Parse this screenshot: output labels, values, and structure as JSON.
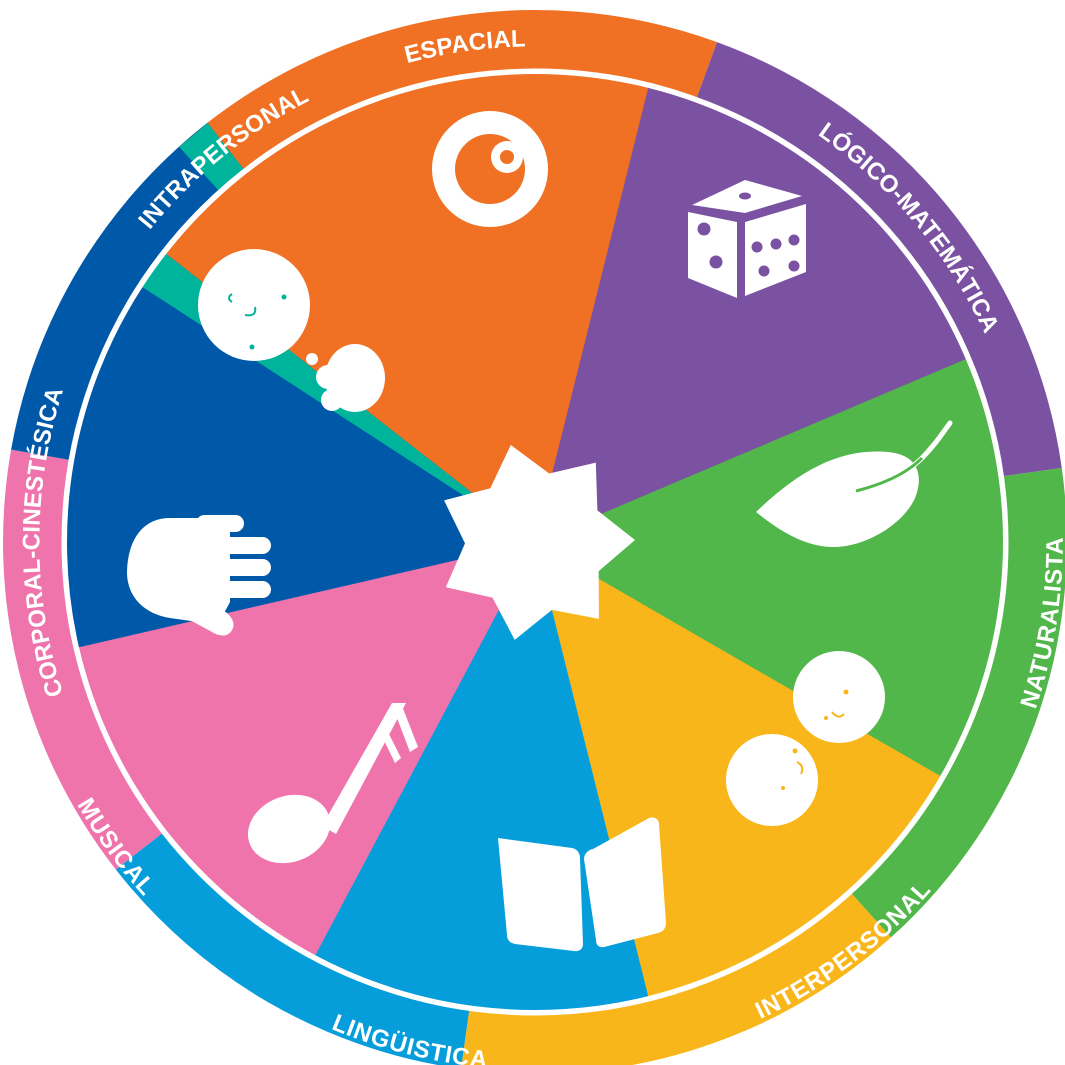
{
  "wheel": {
    "segments": [
      {
        "key": "espacial",
        "label": "ESPACIAL",
        "color": "#F07124",
        "icon": "eye-icon"
      },
      {
        "key": "logico-matematica",
        "label": "LÓGICO-MATEMÁTICA",
        "color": "#7B52A1",
        "icon": "dice-icon"
      },
      {
        "key": "naturalista",
        "label": "NATURALISTA",
        "color": "#52B74A",
        "icon": "leaf-icon"
      },
      {
        "key": "interpersonal",
        "label": "INTERPERSONAL",
        "color": "#F9B61A",
        "icon": "two-faces-icon"
      },
      {
        "key": "linguistica",
        "label": "LINGÜISTICA",
        "color": "#069DDB",
        "icon": "book-icon"
      },
      {
        "key": "musical",
        "label": "MUSICAL",
        "color": "#F074AC",
        "icon": "music-note-icon"
      },
      {
        "key": "corporal-cinestesica",
        "label": "CORPORAL-CINESTÉSICA",
        "color": "#0058A8",
        "icon": "hand-icon"
      },
      {
        "key": "intrapersonal",
        "label": "INTRAPERSONAL",
        "color": "#00B39B",
        "icon": "thinking-face-icon"
      }
    ]
  }
}
